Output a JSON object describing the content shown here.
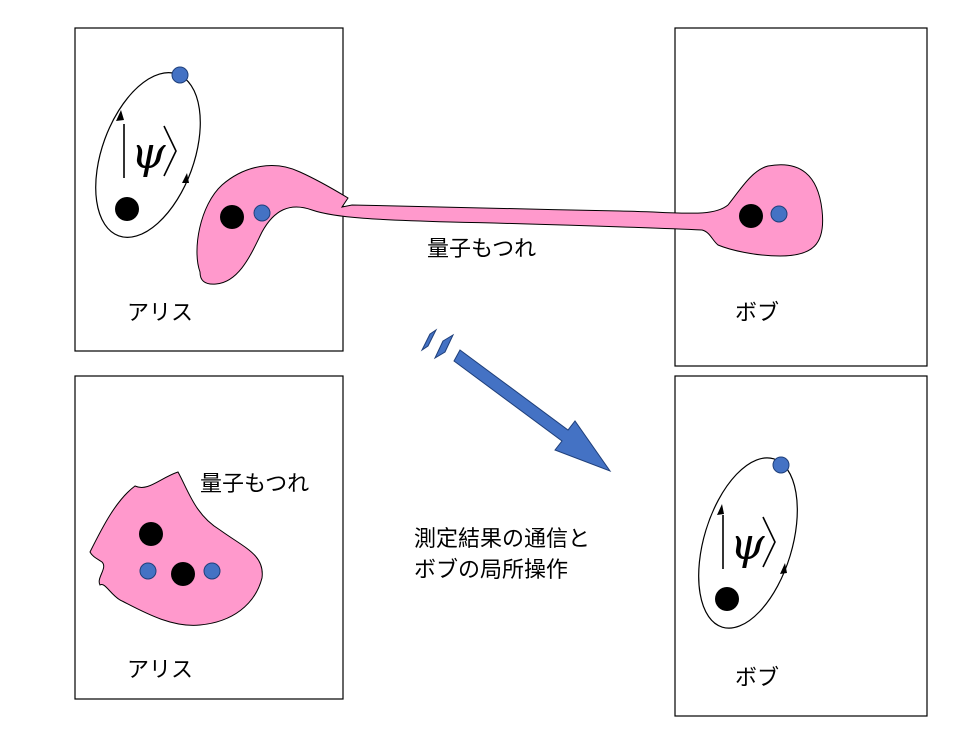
{
  "labels": {
    "alice": "アリス",
    "bob": "ボブ",
    "entanglement": "量子もつれ",
    "communication_line1": "測定結果の通信と",
    "communication_line2": "ボブの局所操作",
    "psi": "ψ"
  },
  "colors": {
    "entanglement_fill": "#ff99cc",
    "qubit_blue": "#4472c4",
    "particle_black": "#000000",
    "arrow_fill": "#4472c4",
    "arrow_stroke": "#1f3f7a"
  }
}
